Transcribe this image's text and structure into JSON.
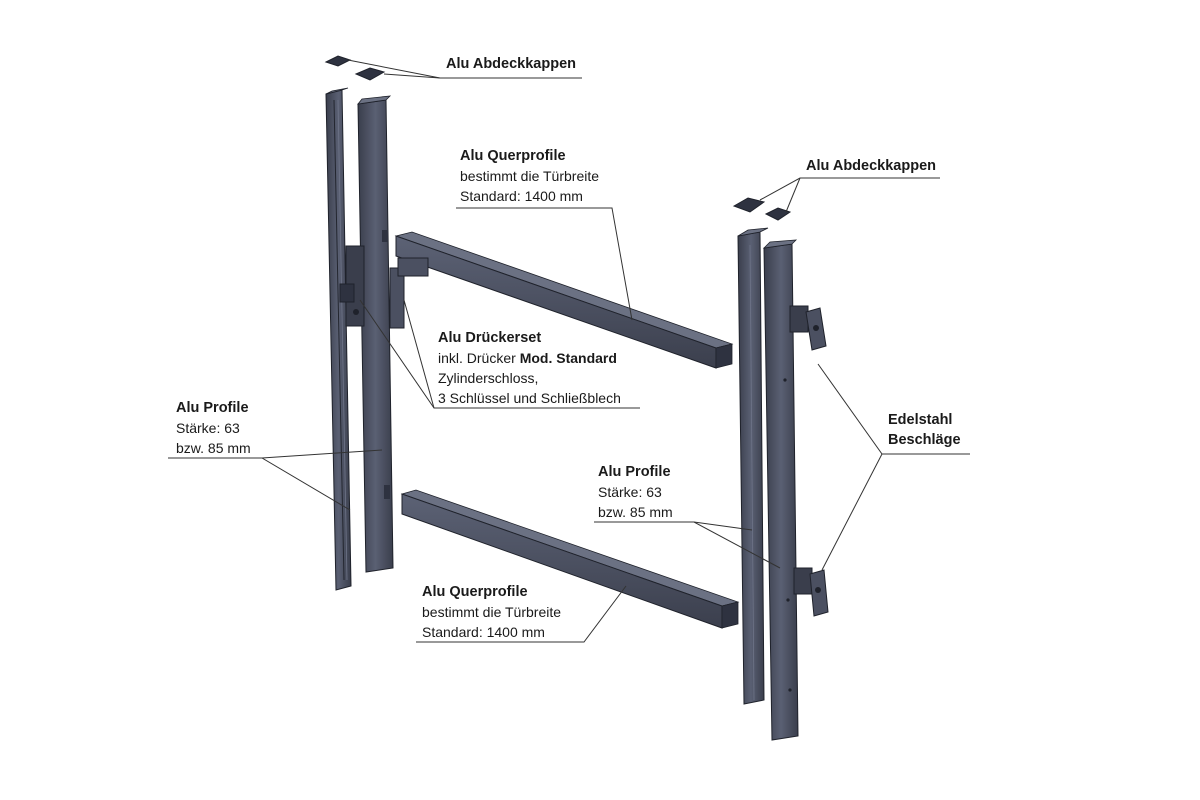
{
  "colors": {
    "profile_fill": "#4b5061",
    "profile_dark": "#2e3240",
    "profile_light": "#6b7183",
    "edge": "#1f222b",
    "leader": "#333333"
  },
  "labels": {
    "caps_left": {
      "title": "Alu Abdeckkappen"
    },
    "caps_right": {
      "title": "Alu Abdeckkappen"
    },
    "cross_top": {
      "title": "Alu Querprofile",
      "line1": "bestimmt die Türbreite",
      "line2": "Standard: 1400 mm"
    },
    "cross_bottom": {
      "title": "Alu Querprofile",
      "line1": "bestimmt die Türbreite",
      "line2": "Standard: 1400 mm"
    },
    "handle_set": {
      "title": "Alu Drückerset",
      "line1_prefix": "inkl. Drücker ",
      "line1_bold": "Mod. Standard",
      "line2": "Zylinderschloss,",
      "line3": "3 Schlüssel und Schließblech"
    },
    "profiles_left": {
      "title": "Alu Profile",
      "line1": "Stärke: 63",
      "line2": "bzw. 85 mm"
    },
    "profiles_right": {
      "title": "Alu Profile",
      "line1": "Stärke: 63",
      "line2": "bzw. 85 mm"
    },
    "hinges": {
      "title_line1": "Edelstahl",
      "title_line2": "Beschläge"
    }
  }
}
